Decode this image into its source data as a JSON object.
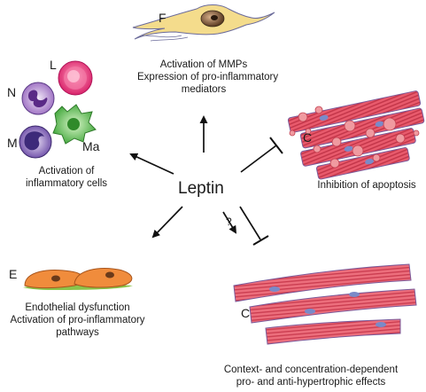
{
  "center": "Leptin",
  "question_mark": "?",
  "nodes": {
    "fibroblast": {
      "letter": "F",
      "lines": [
        "Activation of MMPs",
        "Expression of pro-inflammatory",
        "mediators"
      ]
    },
    "inflammatory": {
      "letters": {
        "l": "L",
        "n": "N",
        "m": "M",
        "ma": "Ma"
      },
      "lines": [
        "Activation of",
        "inflammatory cells"
      ]
    },
    "apoptosis": {
      "letter": "C",
      "lines": [
        "Inhibition of apoptosis"
      ]
    },
    "endothelial": {
      "letter": "E",
      "lines": [
        "Endothelial dysfunction",
        "Activation of pro-inflammatory",
        "pathways"
      ]
    },
    "hypertrophy": {
      "letter": "C",
      "lines": [
        "Context- and concentration-dependent",
        "pro- and anti-hypertrophic effects"
      ]
    }
  },
  "colors": {
    "arrow": "#111111",
    "fibroblast": "#f4dc8c",
    "lymphocyte": "#e8417f",
    "neutrophil": "#9a6bc0",
    "monocyte": "#6a4aa6",
    "macrophage": "#5cc25a",
    "cardiomyocyte": "#e25a6a",
    "endothelial": "#f08c3c",
    "endothelial_base": "#8bc34a"
  }
}
